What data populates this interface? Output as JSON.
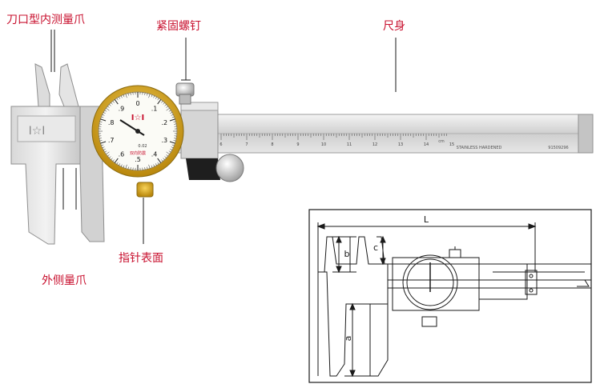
{
  "labels": {
    "inner_jaw": "刀口型内测量爪",
    "lock_screw": "紧固螺钉",
    "main_beam": "尺身",
    "dial_face": "指针表面",
    "outer_jaw": "外侧量爪"
  },
  "caliper": {
    "logo": "I☆I",
    "dial_logo": "I☆I",
    "dial_numbers": [
      "0",
      ".1",
      ".2",
      ".3",
      ".4",
      ".5",
      ".6",
      ".7",
      ".8",
      ".9"
    ],
    "dial_text": "0.02",
    "dial_subtext": "双向防震",
    "scale_numbers": [
      "6",
      "7",
      "8",
      "9",
      "10",
      "11",
      "12",
      "13",
      "14",
      "15"
    ],
    "scale_unit": "cm",
    "beam_text": "STAINLESS HARDENED",
    "serial": "91509296"
  },
  "drawing": {
    "dim_L": "L",
    "dim_b": "b",
    "dim_c": "c",
    "dim_a": "a"
  },
  "colors": {
    "label": "#c8102e",
    "gold_bezel": "#d4a017"
  }
}
